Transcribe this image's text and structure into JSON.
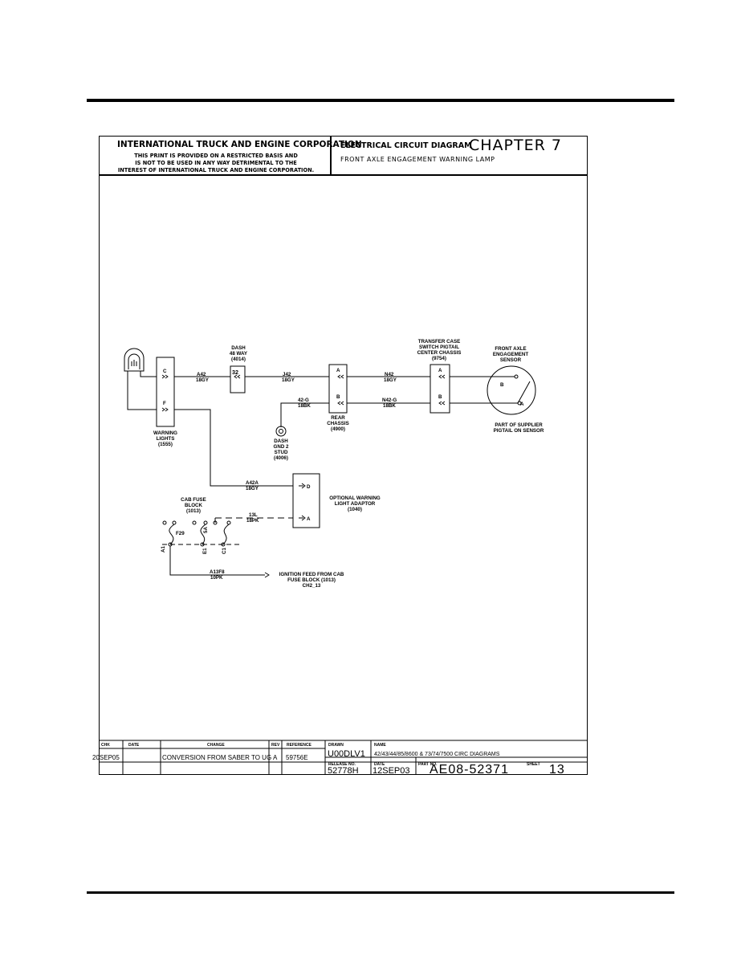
{
  "header": {
    "corporation": "INTERNATIONAL TRUCK AND ENGINE CORPORATION",
    "restriction": [
      "THIS PRINT IS PROVIDED ON A RESTRICTED BASIS AND",
      "IS NOT TO BE USED IN ANY WAY DETRIMENTAL TO THE",
      "INTEREST OF INTERNATIONAL TRUCK AND ENGINE CORPORATION."
    ],
    "diagram_type": "ELECTRICAL CIRCUIT DIAGRAM",
    "chapter": "CHAPTER 7",
    "circuit_title": "FRONT AXLE ENGAGEMENT WARNING LAMP"
  },
  "components": {
    "warning_lights": [
      "WARNING",
      "LIGHTS",
      "(1555)"
    ],
    "dash_48way": [
      "DASH",
      "48 WAY",
      "(4014)"
    ],
    "dash_pin": "32",
    "rear_chassis": [
      "REAR",
      "CHASSIS",
      "(4900)"
    ],
    "dash_gnd": [
      "DASH",
      "GND 2",
      "STUD",
      "(4006)"
    ],
    "transfer_case": [
      "TRANSFER CASE",
      "SWITCH PIGTAIL",
      "CENTER CHASSIS",
      "(9754)"
    ],
    "sensor": [
      "FRONT AXLE",
      "ENGAGEMENT",
      "SENSOR"
    ],
    "sensor_note": [
      "PART OF SUPPLIER",
      "PIGTAIL ON SENSOR"
    ],
    "optional_adaptor": [
      "OPTIONAL WARNING",
      "LIGHT ADAPTOR",
      "(1040)"
    ],
    "cab_fuse": [
      "CAB FUSE",
      "BLOCK",
      "(1013)"
    ],
    "ignition_feed": [
      "IGNITION FEED FROM CAB",
      "FUSE BLOCK (1013)",
      "CH2_13"
    ],
    "fuse_id": "F29",
    "fuse_rating": "5A"
  },
  "pins": {
    "c": "C",
    "f": "F",
    "a": "A",
    "b": "B",
    "d": "D",
    "a1": "A1",
    "e1": "E1",
    "c1": "C1"
  },
  "wires": {
    "a42": [
      "A42",
      "18GY"
    ],
    "j42": [
      "J42",
      "18GY"
    ],
    "n42": [
      "N42",
      "18GY"
    ],
    "g42": [
      "42-G",
      "18BK"
    ],
    "n42g": [
      "N42-G",
      "18BK"
    ],
    "a42a": [
      "A42A",
      "18GY"
    ],
    "w13": [
      "13L",
      "18PK"
    ],
    "a13": [
      "A13F8",
      "10PK"
    ]
  },
  "title_block": {
    "headers": {
      "chk": "CHK",
      "date": "DATE",
      "change": "CHANGE",
      "rev": "REV",
      "reference": "REFERENCE",
      "drawn": "DRAWN",
      "name": "NAME",
      "release": "RELEASE NO.",
      "date2": "DATE",
      "part": "PART NO.",
      "sheet": "SHEET"
    },
    "row": {
      "chk": "20SEP05",
      "change": "CONVERSION FROM SABER TO UG",
      "rev": "A",
      "reference": "59756E"
    },
    "drawn_by": "U00DLV1",
    "name": "42/43/44/85/8600 & 73/74/7500 CIRC DIAGRAMS",
    "release_no": "52778H",
    "date": "12SEP03",
    "part_no": "AE08-52371",
    "sheet": "13"
  }
}
